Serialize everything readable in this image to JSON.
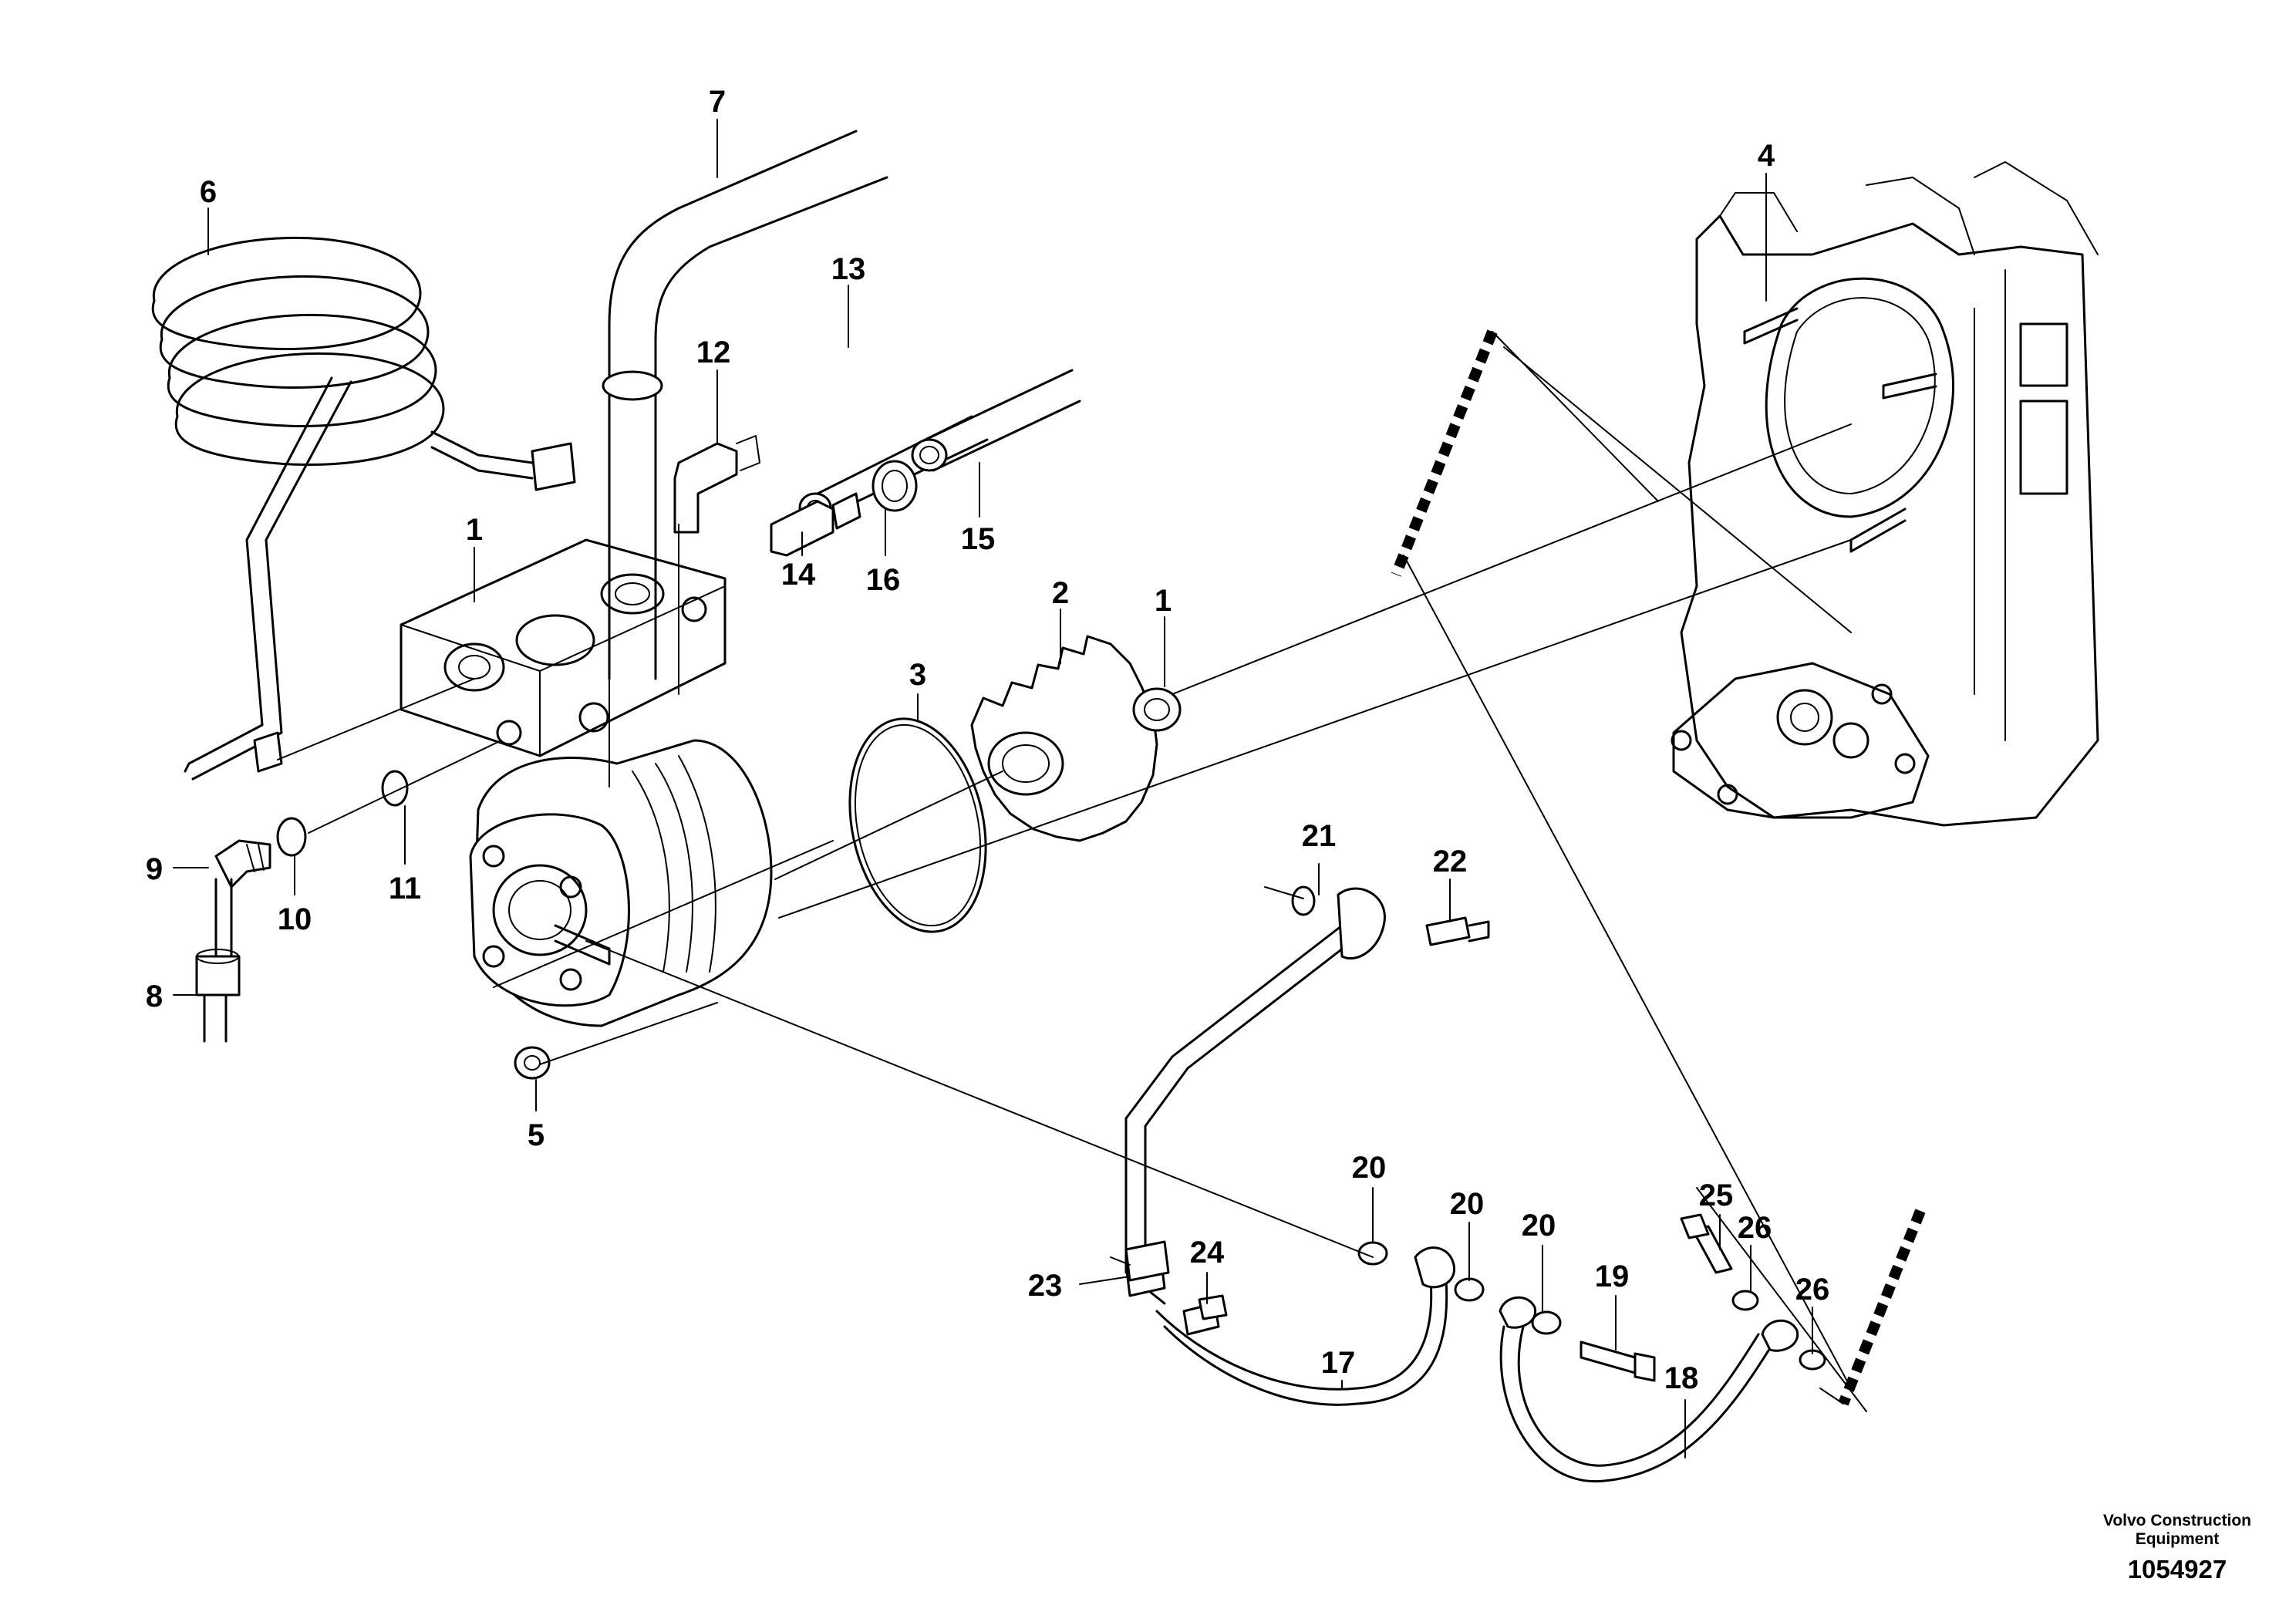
{
  "callouts": [
    {
      "id": "c1a",
      "label": "1"
    },
    {
      "id": "c1b",
      "label": "1"
    },
    {
      "id": "c2",
      "label": "2"
    },
    {
      "id": "c3",
      "label": "3"
    },
    {
      "id": "c4",
      "label": "4"
    },
    {
      "id": "c5",
      "label": "5"
    },
    {
      "id": "c6",
      "label": "6"
    },
    {
      "id": "c7",
      "label": "7"
    },
    {
      "id": "c8",
      "label": "8"
    },
    {
      "id": "c9",
      "label": "9"
    },
    {
      "id": "c10",
      "label": "10"
    },
    {
      "id": "c11",
      "label": "11"
    },
    {
      "id": "c12",
      "label": "12"
    },
    {
      "id": "c13",
      "label": "13"
    },
    {
      "id": "c14",
      "label": "14"
    },
    {
      "id": "c15",
      "label": "15"
    },
    {
      "id": "c16",
      "label": "16"
    },
    {
      "id": "c17",
      "label": "17"
    },
    {
      "id": "c18",
      "label": "18"
    },
    {
      "id": "c19",
      "label": "19"
    },
    {
      "id": "c20a",
      "label": "20"
    },
    {
      "id": "c20b",
      "label": "20"
    },
    {
      "id": "c20c",
      "label": "20"
    },
    {
      "id": "c21",
      "label": "21"
    },
    {
      "id": "c22",
      "label": "22"
    },
    {
      "id": "c23",
      "label": "23"
    },
    {
      "id": "c24",
      "label": "24"
    },
    {
      "id": "c25",
      "label": "25"
    },
    {
      "id": "c26a",
      "label": "26"
    },
    {
      "id": "c26b",
      "label": "26"
    }
  ],
  "credit": {
    "line1": "Volvo Construction",
    "line2": "Equipment",
    "figure_number": "1054927"
  }
}
